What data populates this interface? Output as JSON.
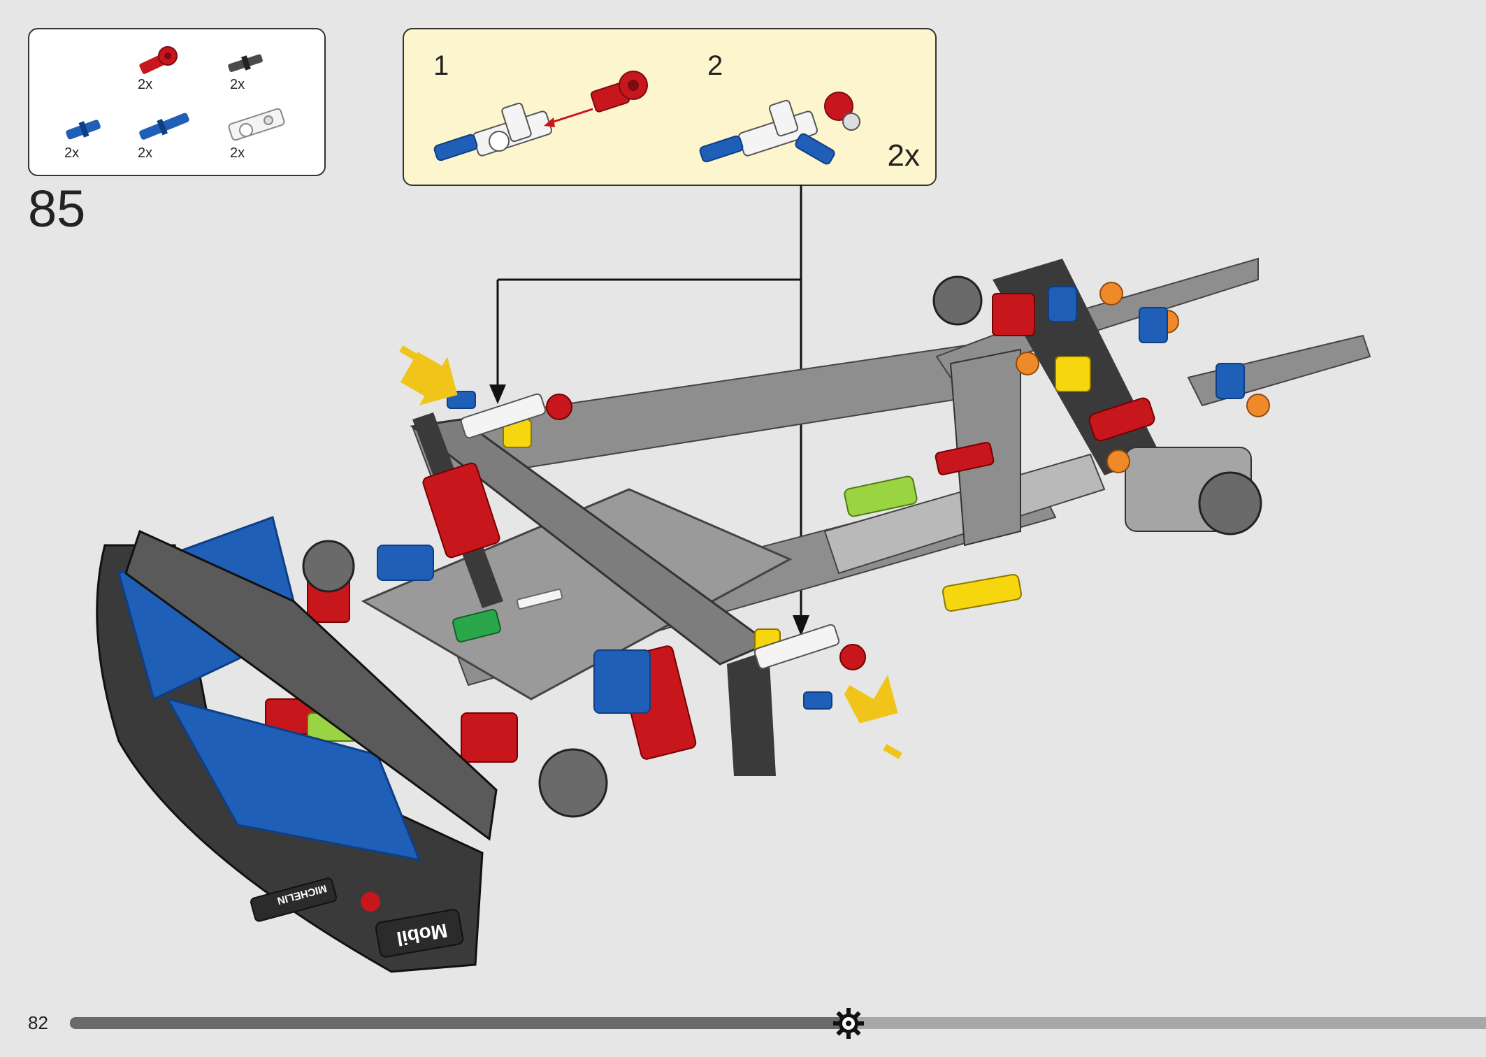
{
  "parts_list": {
    "items": [
      {
        "icon": "red-axle-pin-connector-icon",
        "qty": "2x",
        "color": "#c8161d"
      },
      {
        "icon": "black-axle-pin-icon",
        "qty": "2x",
        "color": "#333333"
      },
      {
        "icon": "blue-pin-short-icon",
        "qty": "2x",
        "color": "#1f5fb8"
      },
      {
        "icon": "blue-axle-pin-long-icon",
        "qty": "2x",
        "color": "#1f5fb8"
      },
      {
        "icon": "white-cross-block-icon",
        "qty": "2x",
        "color": "#f2f2f2"
      }
    ]
  },
  "step": {
    "number": "85"
  },
  "sub_assembly": {
    "steps": [
      {
        "number": "1"
      },
      {
        "number": "2"
      }
    ],
    "multiplier": "2x"
  },
  "model": {
    "decals": {
      "mobil": "Mobil",
      "michelin": "MICHELIN"
    },
    "colors": {
      "dark": "#3a3a3a",
      "grey": "#8e8e8e",
      "light_grey": "#b9b9b9",
      "blue": "#1f5fb8",
      "red": "#c8161d",
      "yellow": "#f5d60f",
      "orange": "#f0892a",
      "lime": "#9bd442",
      "white": "#f4f4f4",
      "green": "#2aa74a",
      "arrow_yellow": "#f0c419"
    }
  },
  "footer": {
    "page_number": "82",
    "progress": 0.55
  }
}
